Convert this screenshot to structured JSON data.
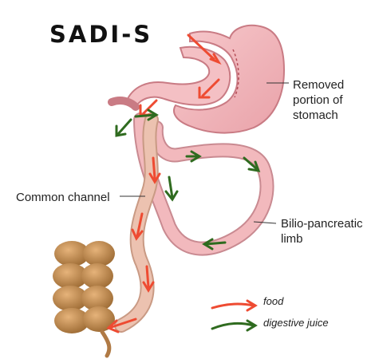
{
  "title": "SADI-S",
  "labels": {
    "removed_line1": "Removed",
    "removed_line2": "portion of",
    "removed_line3": "stomach",
    "common_channel": "Common channel",
    "bilio_line1": "Bilio-pancreatic",
    "bilio_line2": "limb"
  },
  "legend": {
    "food": "food",
    "digestive_juice": "digestive juice"
  },
  "colors": {
    "food_arrow": "#ee4b32",
    "juice_arrow": "#2f6b1f",
    "stomach": "#f2b6bb",
    "intestine": "#e8b4a8",
    "colon": "#c48c4c"
  }
}
